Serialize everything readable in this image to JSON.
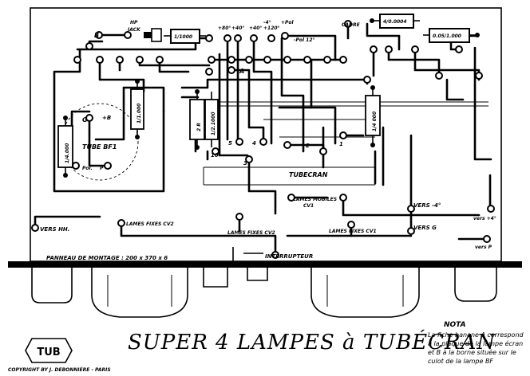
{
  "labels": {
    "hp": "HP",
    "jack": "JACK",
    "b": "B",
    "a": "A",
    "r_4_1000": "1/1000",
    "v80": "+80°",
    "v40": "+40°",
    "v40b": "+40°",
    "v120": "+120°",
    "minus4": "-4°",
    "pol": "+Pol",
    "pol12": "-Pol 12°",
    "cadre": "CADRE",
    "r_4_0004": "4/0.0004",
    "r_005_1000": "0.05/1.000",
    "g": "G",
    "plus_b": "+B",
    "tube_bf1": "TUBE BF1",
    "res_left": "1/4.000",
    "pol_p": "Pol.",
    "p": "P",
    "r_1000_mid": "1/1.000",
    "twoR": "2 R",
    "r_21000": "1/2.1000",
    "r_4_mid": "1/4 000",
    "n1": "1",
    "n2": "2",
    "n3": "3",
    "n4": "4",
    "n5": "5",
    "n10": "10",
    "tubecran": "TUBECRAN",
    "lames_mobiles": "LAMES MOBILES",
    "cv1": "CV1",
    "vers_4": "VERS -4°",
    "vers_g": "VERS G",
    "vers_plus4": "vers +4°",
    "vers_p": "vers P",
    "vers_hh": "VERS HH.",
    "lames_fixes_cv2_left": "LAMES FIXES CV2",
    "lames_fixes_cv2_mid": "LAMES FIXES CV2",
    "lames_fixes_cv1": "LAMES FIXES CV1",
    "panneau": "PANNEAU DE MONTAGE : 200 x 370 x 6",
    "interrupteur": "INTERRUPTEUR"
  },
  "footer": {
    "title": "SUPER 4 LAMPES à TUBÉCRAN",
    "logo": "TUB",
    "copyright": "COPYRIGHT BY J. DEBONNIÈRE - PARIS",
    "nota_heading": "NOTA",
    "nota_lines": [
      "La fiche banane A correspond",
      "à la plaque de la lampe écran",
      "et B à la borne située sur le",
      "culot de la lampe BF"
    ]
  }
}
